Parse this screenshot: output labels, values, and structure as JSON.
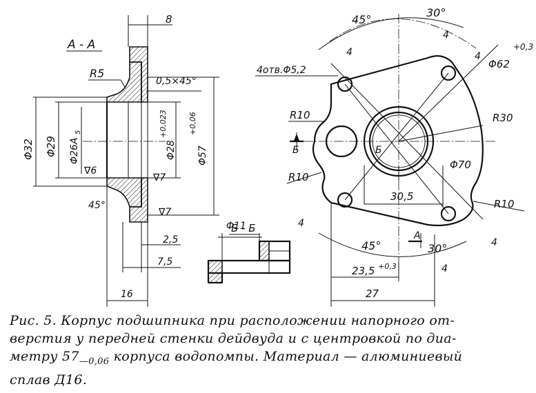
{
  "caption": {
    "line1": "Рис. 5. Корпус подшипника при расположении напорного от-",
    "line2": "верстия у передней стенки дейдвуда и с центровкой по диа-",
    "line3_a": "метру 57",
    "line3_sub": "—0,06",
    "line3_b": " корпуса водопомпы. Материал — алюминиевый",
    "line4": "сплав Д16."
  },
  "labels": {
    "section_aa": "А - А",
    "section_bb": "Б - Б",
    "r5": "R5",
    "chamfer": "0,5×45°",
    "d32": "Φ32",
    "d29": "Φ29",
    "d26": "Φ26A",
    "d26_sub": "5",
    "d28": "Φ28",
    "d28_tol": "+0,023",
    "d57": "Φ57",
    "d57_tol": "+0,06",
    "rough6": "∇6",
    "rough7a": "∇7",
    "rough7b": "∇7",
    "angle45_left": "45°",
    "dim8": "8",
    "dim2_5": "2,5",
    "dim7_5": "7,5",
    "dim16": "16",
    "d11": "Φ11",
    "angle45_top": "45°",
    "angle30_top": "30°",
    "dim4_a": "4",
    "dim4_b": "4",
    "dim4_c": "4",
    "holes": "4отв.Φ5,2",
    "d62": "Φ62",
    "d62_tol": "+0,3",
    "r10_a": "R10",
    "r10_b": "R10",
    "r10_c": "R10",
    "r30": "R30",
    "d70": "Φ70",
    "b_mark1": "Б",
    "b_mark2": "Б",
    "dim30_5": "30,5",
    "dim4_d": "4",
    "dim4_e": "4",
    "angle45_bot": "45°",
    "angle30_bot": "30°",
    "a_mark": "А",
    "dim23_5": "23,5",
    "dim23_5_tol": "+0,3",
    "dim27": "27"
  }
}
